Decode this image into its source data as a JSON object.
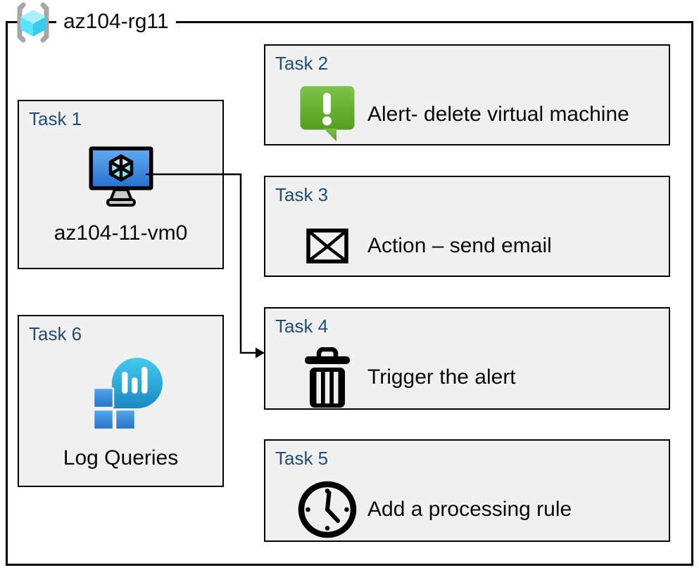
{
  "resource_group": {
    "label": "az104-rg11"
  },
  "tasks": [
    {
      "title": "Task 1",
      "label": "az104-11-vm0",
      "icon": "virtual-machine-icon"
    },
    {
      "title": "Task 2",
      "label": "Alert- delete virtual machine",
      "icon": "alert-message-icon"
    },
    {
      "title": "Task 3",
      "label": "Action – send email",
      "icon": "email-envelope-icon"
    },
    {
      "title": "Task 4",
      "label": "Trigger the alert",
      "icon": "trash-icon"
    },
    {
      "title": "Task 5",
      "label": "Add a processing rule",
      "icon": "clock-icon"
    },
    {
      "title": "Task 6",
      "label": "Log Queries",
      "icon": "log-analytics-icon"
    }
  ],
  "colors": {
    "task_title_blue": "#1F4E79",
    "box_background": "#F0F0F0",
    "border_black": "#000000",
    "alert_green_top": "#7DC348",
    "alert_green_bottom": "#549E1E",
    "azure_cube_cyan": "#50E6FF",
    "log_balloon_teal": "#2BABD9",
    "log_square_blue": "#3A8FD9",
    "vm_screen_blue": "#3E88DE"
  }
}
